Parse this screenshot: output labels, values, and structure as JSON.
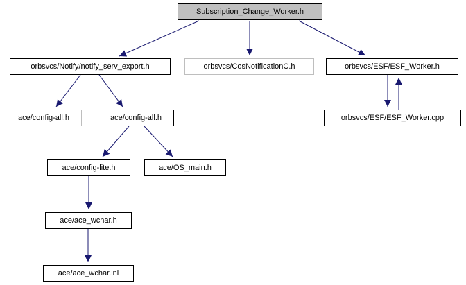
{
  "colors": {
    "edge": "#191970",
    "root_fill": "#c0c0c0",
    "node_fill": "#ffffff",
    "node_border": "#000000",
    "muted_border": "#bebebe",
    "text": "#000000",
    "background": "#ffffff"
  },
  "graph": {
    "nodes": [
      {
        "id": "root",
        "label": "Subscription_Change_Worker.h",
        "style": "root"
      },
      {
        "id": "notify_serv_export",
        "label": "orbsvcs/Notify/notify_serv_export.h",
        "style": "normal"
      },
      {
        "id": "cos_notification",
        "label": "orbsvcs/CosNotificationC.h",
        "style": "muted"
      },
      {
        "id": "esf_worker_h",
        "label": "orbsvcs/ESF/ESF_Worker.h",
        "style": "normal"
      },
      {
        "id": "config_all_muted",
        "label": "ace/config-all.h",
        "style": "muted"
      },
      {
        "id": "config_all",
        "label": "ace/config-all.h",
        "style": "normal"
      },
      {
        "id": "esf_worker_cpp",
        "label": "orbsvcs/ESF/ESF_Worker.cpp",
        "style": "normal"
      },
      {
        "id": "config_lite",
        "label": "ace/config-lite.h",
        "style": "normal"
      },
      {
        "id": "os_main",
        "label": "ace/OS_main.h",
        "style": "normal"
      },
      {
        "id": "ace_wchar_h",
        "label": "ace/ace_wchar.h",
        "style": "normal"
      },
      {
        "id": "ace_wchar_inl",
        "label": "ace/ace_wchar.inl",
        "style": "normal"
      }
    ],
    "edges": [
      {
        "from": "root",
        "to": "notify_serv_export"
      },
      {
        "from": "root",
        "to": "cos_notification"
      },
      {
        "from": "root",
        "to": "esf_worker_h"
      },
      {
        "from": "notify_serv_export",
        "to": "config_all_muted"
      },
      {
        "from": "notify_serv_export",
        "to": "config_all"
      },
      {
        "from": "config_all",
        "to": "config_lite"
      },
      {
        "from": "config_all",
        "to": "os_main"
      },
      {
        "from": "config_lite",
        "to": "ace_wchar_h"
      },
      {
        "from": "ace_wchar_h",
        "to": "ace_wchar_inl"
      },
      {
        "from": "esf_worker_h",
        "to": "esf_worker_cpp"
      },
      {
        "from": "esf_worker_cpp",
        "to": "esf_worker_h"
      }
    ]
  }
}
